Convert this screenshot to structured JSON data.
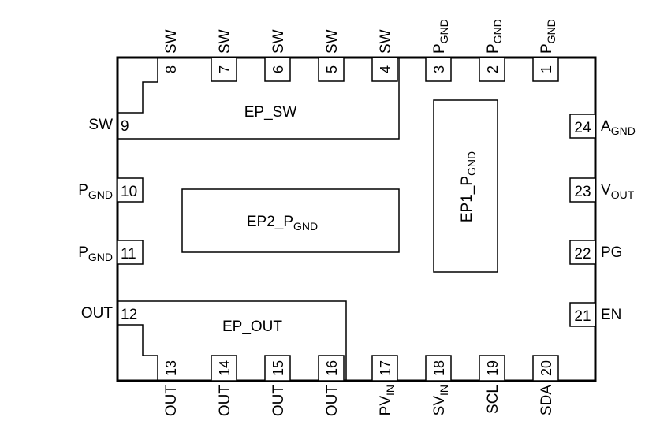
{
  "pins": [
    {
      "num": "1",
      "name": "P",
      "sub": "GND"
    },
    {
      "num": "2",
      "name": "P",
      "sub": "GND"
    },
    {
      "num": "3",
      "name": "P",
      "sub": "GND"
    },
    {
      "num": "4",
      "name": "SW",
      "sub": ""
    },
    {
      "num": "5",
      "name": "SW",
      "sub": ""
    },
    {
      "num": "6",
      "name": "SW",
      "sub": ""
    },
    {
      "num": "7",
      "name": "SW",
      "sub": ""
    },
    {
      "num": "8",
      "name": "SW",
      "sub": ""
    },
    {
      "num": "9",
      "name": "SW",
      "sub": ""
    },
    {
      "num": "10",
      "name": "P",
      "sub": "GND"
    },
    {
      "num": "11",
      "name": "P",
      "sub": "GND"
    },
    {
      "num": "12",
      "name": "OUT",
      "sub": ""
    },
    {
      "num": "13",
      "name": "OUT",
      "sub": ""
    },
    {
      "num": "14",
      "name": "OUT",
      "sub": ""
    },
    {
      "num": "15",
      "name": "OUT",
      "sub": ""
    },
    {
      "num": "16",
      "name": "OUT",
      "sub": ""
    },
    {
      "num": "17",
      "name": "PV",
      "sub": "IN"
    },
    {
      "num": "18",
      "name": "SV",
      "sub": "IN"
    },
    {
      "num": "19",
      "name": "SCL",
      "sub": ""
    },
    {
      "num": "20",
      "name": "SDA",
      "sub": ""
    },
    {
      "num": "21",
      "name": "EN",
      "sub": ""
    },
    {
      "num": "22",
      "name": "PG",
      "sub": ""
    },
    {
      "num": "23",
      "name": "V",
      "sub": "OUT"
    },
    {
      "num": "24",
      "name": "A",
      "sub": "GND"
    }
  ],
  "pads": {
    "ep_sw": {
      "name": "EP_SW",
      "sub": ""
    },
    "ep2": {
      "name": "EP2_P",
      "sub": "GND"
    },
    "ep1": {
      "name": "EP1_P",
      "sub": "GND"
    },
    "ep_out": {
      "name": "EP_OUT",
      "sub": ""
    }
  }
}
